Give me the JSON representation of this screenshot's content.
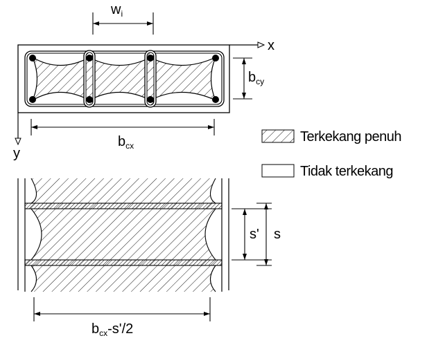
{
  "top_view": {
    "axis_x": "x",
    "axis_y": "y",
    "dim_wi": {
      "main": "w",
      "sub": "i"
    },
    "dim_bcy": {
      "main": "b",
      "sub": "cy"
    },
    "dim_bcx": {
      "main": "b",
      "sub": "cx"
    }
  },
  "legend": {
    "confined": "Terkekang penuh",
    "unconfined": "Tidak terkekang"
  },
  "side_view": {
    "dim_s_prime": "s'",
    "dim_s": "s",
    "dim_bottom": {
      "main": "b",
      "sub": "cx",
      "tail": "-s'/2"
    }
  }
}
